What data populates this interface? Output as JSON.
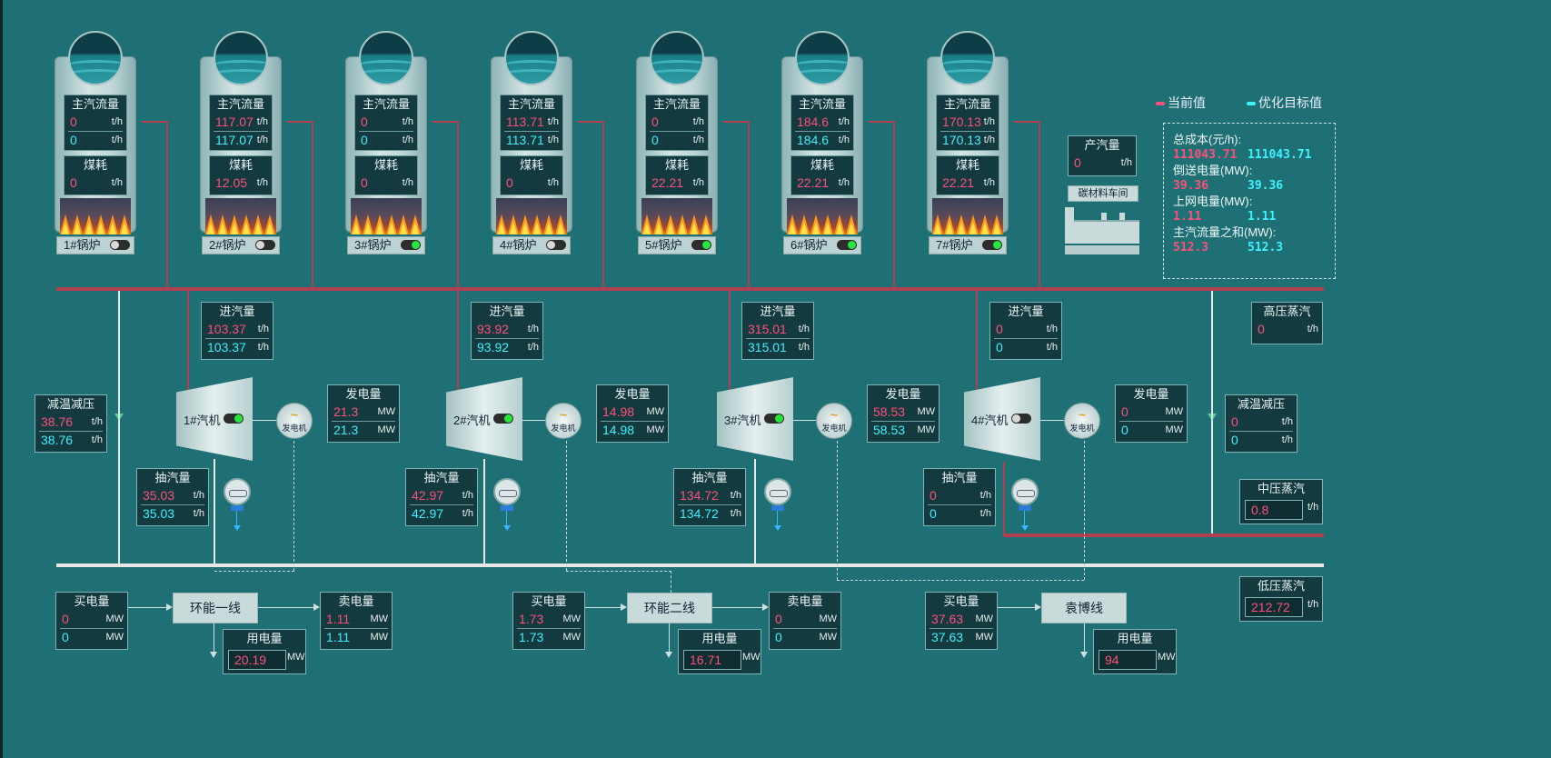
{
  "legend": {
    "current": "当前值",
    "target": "优化目标值",
    "current_color": "#ff4f79",
    "target_color": "#3ff1ff"
  },
  "unit_flow": "t/h",
  "unit_power": "MW",
  "boilers": [
    {
      "name": "1#锅炉",
      "flow_title": "主汽流量",
      "coal_title": "煤耗",
      "flow_current": "0",
      "flow_target": "0",
      "coal": "0",
      "on": false
    },
    {
      "name": "2#锅炉",
      "flow_title": "主汽流量",
      "coal_title": "煤耗",
      "flow_current": "117.07",
      "flow_target": "117.07",
      "coal": "12.05",
      "on": false
    },
    {
      "name": "3#锅炉",
      "flow_title": "主汽流量",
      "coal_title": "煤耗",
      "flow_current": "0",
      "flow_target": "0",
      "coal": "0",
      "on": true
    },
    {
      "name": "4#锅炉",
      "flow_title": "主汽流量",
      "coal_title": "煤耗",
      "flow_current": "113.71",
      "flow_target": "113.71",
      "coal": "0",
      "on": false
    },
    {
      "name": "5#锅炉",
      "flow_title": "主汽流量",
      "coal_title": "煤耗",
      "flow_current": "0",
      "flow_target": "0",
      "coal": "22.21",
      "on": true
    },
    {
      "name": "6#锅炉",
      "flow_title": "主汽流量",
      "coal_title": "煤耗",
      "flow_current": "184.6",
      "flow_target": "184.6",
      "coal": "22.21",
      "on": true
    },
    {
      "name": "7#锅炉",
      "flow_title": "主汽流量",
      "coal_title": "煤耗",
      "flow_current": "170.13",
      "flow_target": "170.13",
      "coal": "22.21",
      "on": true
    }
  ],
  "steam_output": {
    "title": "产汽量",
    "value": "0"
  },
  "carbon_workshop": "碳材料车间",
  "summary": {
    "cost_label": "总成本(元/h):",
    "cost_current": "111043.71",
    "cost_target": "111043.71",
    "reverse_label": "倒送电量(MW):",
    "reverse_current": "39.36",
    "reverse_target": "39.36",
    "grid_label": "上网电量(MW):",
    "grid_current": "1.11",
    "grid_target": "1.11",
    "flow_sum_label": "主汽流量之和(MW):",
    "flow_sum_current": "512.3",
    "flow_sum_target": "512.3"
  },
  "turbines": [
    {
      "name": "1#汽机",
      "on": true,
      "in_title": "进汽量",
      "in_current": "103.37",
      "in_target": "103.37",
      "gen_title": "发电量",
      "gen_current": "21.3",
      "gen_target": "21.3",
      "ext_title": "抽汽量",
      "ext_current": "35.03",
      "ext_target": "35.03",
      "gen_label": "发电机"
    },
    {
      "name": "2#汽机",
      "on": true,
      "in_title": "进汽量",
      "in_current": "93.92",
      "in_target": "93.92",
      "gen_title": "发电量",
      "gen_current": "14.98",
      "gen_target": "14.98",
      "ext_title": "抽汽量",
      "ext_current": "42.97",
      "ext_target": "42.97",
      "gen_label": "发电机"
    },
    {
      "name": "3#汽机",
      "on": true,
      "in_title": "进汽量",
      "in_current": "315.01",
      "in_target": "315.01",
      "gen_title": "发电量",
      "gen_current": "58.53",
      "gen_target": "58.53",
      "ext_title": "抽汽量",
      "ext_current": "134.72",
      "ext_target": "134.72",
      "gen_label": "发电机"
    },
    {
      "name": "4#汽机",
      "on": false,
      "in_title": "进汽量",
      "in_current": "0",
      "in_target": "0",
      "gen_title": "发电量",
      "gen_current": "0",
      "gen_target": "0",
      "ext_title": "抽汽量",
      "ext_current": "0",
      "ext_target": "0",
      "gen_label": "发电机"
    }
  ],
  "desuperheaters": [
    {
      "title": "减温减压",
      "current": "38.76",
      "target": "38.76"
    },
    {
      "title": "减温减压",
      "current": "0",
      "target": "0"
    }
  ],
  "high_pressure": {
    "title": "高压蒸汽",
    "value": "0"
  },
  "mid_pressure": {
    "title": "中压蒸汽",
    "value": "0.8"
  },
  "low_pressure": {
    "title": "低压蒸汽",
    "value": "212.72"
  },
  "lines": [
    {
      "name": "环能一线",
      "buy_title": "买电量",
      "buy_current": "0",
      "buy_target": "0",
      "sell_title": "卖电量",
      "sell_current": "1.11",
      "sell_target": "1.11",
      "use_title": "用电量",
      "use_value": "20.19"
    },
    {
      "name": "环能二线",
      "buy_title": "买电量",
      "buy_current": "1.73",
      "buy_target": "1.73",
      "sell_title": "卖电量",
      "sell_current": "0",
      "sell_target": "0",
      "use_title": "用电量",
      "use_value": "16.71"
    },
    {
      "name": "袁博线",
      "buy_title": "买电量",
      "buy_current": "37.63",
      "buy_target": "37.63",
      "use_title": "用电量",
      "use_value": "94"
    }
  ]
}
